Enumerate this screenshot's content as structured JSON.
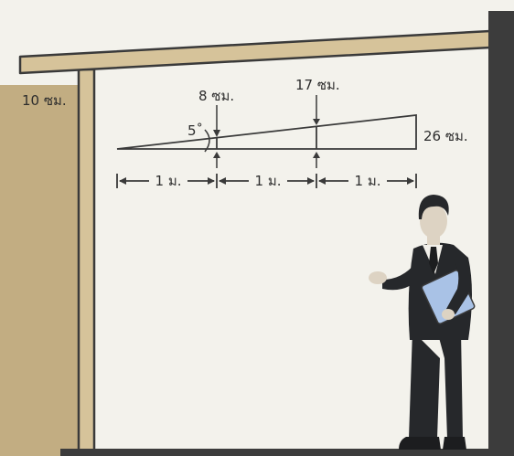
{
  "labels": {
    "eave_height": "10 ซม.",
    "height_at_1m": "8 ซม.",
    "height_at_2m": "17 ซม.",
    "height_at_3m": "26 ซม.",
    "angle": "5˚",
    "segment_1": "1 ม.",
    "segment_2": "1 ม.",
    "segment_3": "1 ม."
  },
  "colors": {
    "background": "#f3f2ec",
    "wall": "#c2ad82",
    "beam": "#d6c39a",
    "outline": "#3a3a3a",
    "dark_wall": "#3c3c3c",
    "suit": "#26282b",
    "skin": "#ddd3c3",
    "folder": "#a9c2e6"
  },
  "icons": {
    "presenter": "businessman-figure",
    "folder": "clipboard-folder"
  }
}
